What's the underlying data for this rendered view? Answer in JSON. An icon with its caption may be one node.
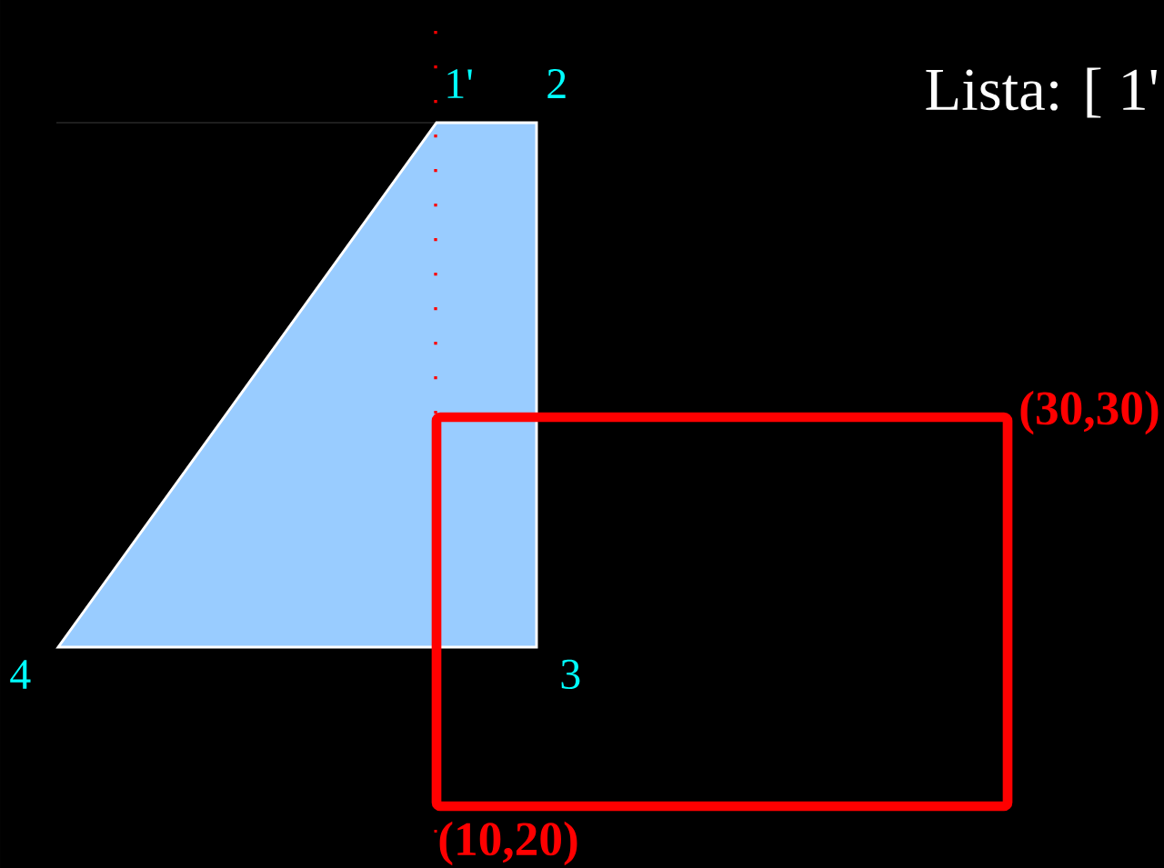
{
  "diagram": {
    "labels": [
      "1'",
      "2",
      "Lista: [ 1'",
      "(30,30)",
      "4",
      "3",
      "(10,20)"
    ]
  }
}
